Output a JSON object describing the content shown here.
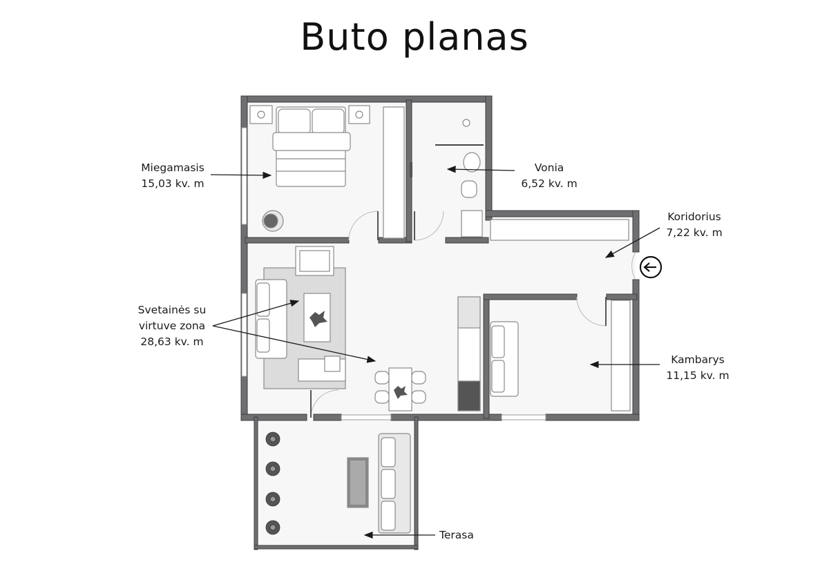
{
  "title": "Buto planas",
  "rooms": [
    {
      "id": "miegamasis",
      "name": "Miegamasis",
      "area": "15,03 kv. m"
    },
    {
      "id": "vonia",
      "name": "Vonia",
      "area": "6,52 kv. m"
    },
    {
      "id": "koridorius",
      "name": "Koridorius",
      "area": "7,22 kv. m"
    },
    {
      "id": "svetaine",
      "name_line1": "Svetainės su",
      "name_line2": "virtuve zona",
      "area": "28,63 kv. m"
    },
    {
      "id": "kambarys",
      "name": "Kambarys",
      "area": "11,15 kv. m"
    },
    {
      "id": "terasa",
      "name": "Terasa"
    }
  ],
  "colors": {
    "wall": "#6f6f72",
    "wall_edge": "#3c3c3e",
    "floor": "#f7f7f7",
    "furniture": "#ffffff",
    "furniture_line": "#8a8a8a",
    "rug": "#dcdcdc",
    "text": "#1a1a1a"
  },
  "icons": {
    "entrance": "entrance-arrow-icon",
    "plants": "potted-plant-icon"
  }
}
